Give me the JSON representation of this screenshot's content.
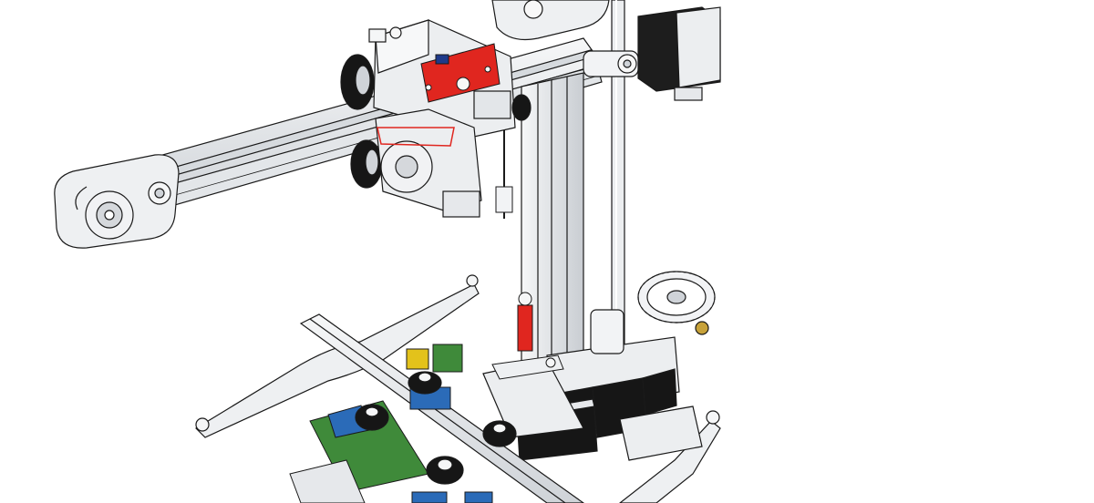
{
  "scene": {
    "background": "#ffffff",
    "palette": {
      "aluminum": "#e9ebee",
      "aluminum_shade": "#cfd3d8",
      "outline": "#1a1a1a",
      "rubber": "#161616",
      "pcb_red": "#e0261f",
      "pcb_green": "#3f8a3a",
      "pcb_blue": "#2b6bb8",
      "connector_yellow": "#e3c21b",
      "screw_blue": "#1f3a8a",
      "brass": "#c7a23a"
    },
    "parts": [
      "x-axis-rail",
      "idler-pulley",
      "x-carriage",
      "red-endstop-board",
      "hotend-fan",
      "z-threaded-rod",
      "z-smooth-rod",
      "z-motor",
      "extruder-gear",
      "y-frame-arms",
      "y-rail",
      "v-wheels",
      "controller-board",
      "stepper-drivers",
      "y-motors"
    ]
  }
}
